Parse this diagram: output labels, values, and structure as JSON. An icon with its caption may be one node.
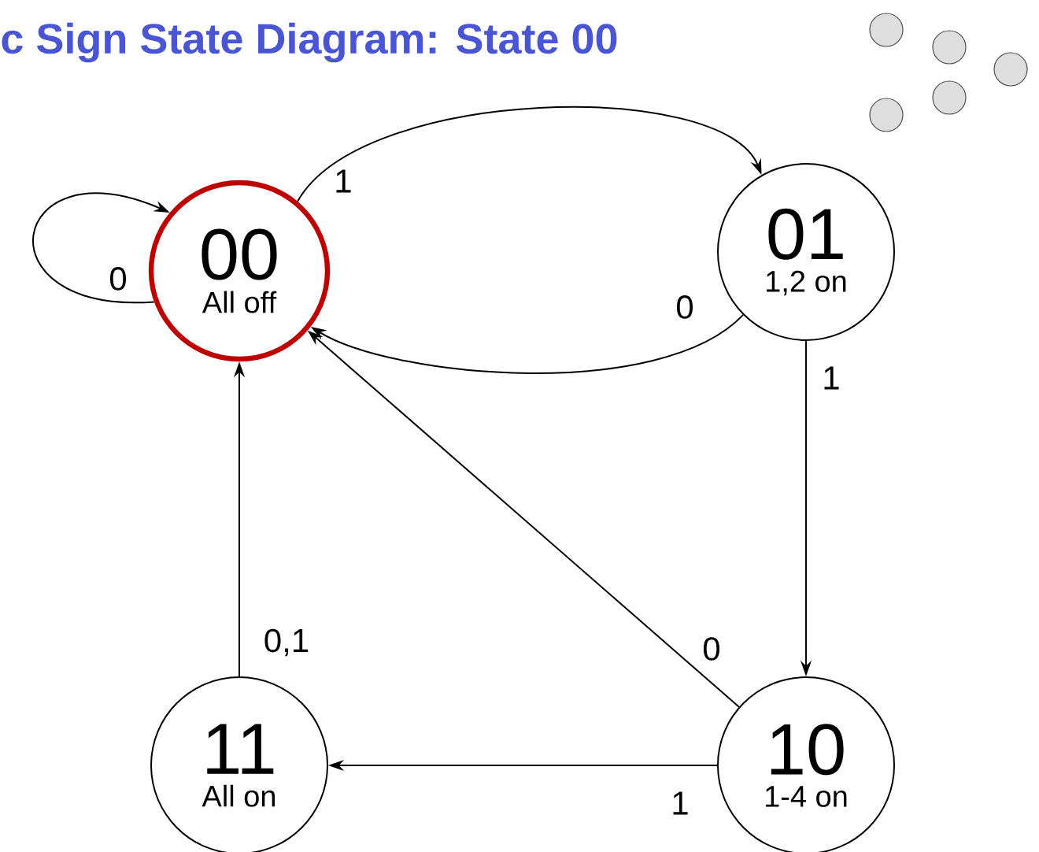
{
  "diagram": {
    "title": "c Sign State Diagram: State 00",
    "nodes": [
      {
        "text": [
          "00",
          "All off"
        ]
      },
      {
        "text": [
          "01",
          "1,2 on"
        ]
      },
      {
        "text": [
          "11",
          "All on"
        ]
      },
      {
        "text": [
          "10",
          "1-4 on"
        ]
      }
    ],
    "edges": [
      {
        "from": 0,
        "to": 0,
        "label": "0",
        "arrow": "to"
      },
      {
        "from": 0,
        "to": 1,
        "label": "1",
        "arrow": "to"
      },
      {
        "from": 1,
        "to": 0,
        "label": "0",
        "arrow": "to"
      },
      {
        "from": 1,
        "to": 3,
        "label": "1",
        "arrow": "to"
      },
      {
        "from": 3,
        "to": 0,
        "label": "0",
        "arrow": "to"
      },
      {
        "from": 3,
        "to": 2,
        "label": "1",
        "arrow": "to"
      },
      {
        "from": 2,
        "to": 0,
        "label": "0,1",
        "arrow": "to"
      }
    ]
  }
}
